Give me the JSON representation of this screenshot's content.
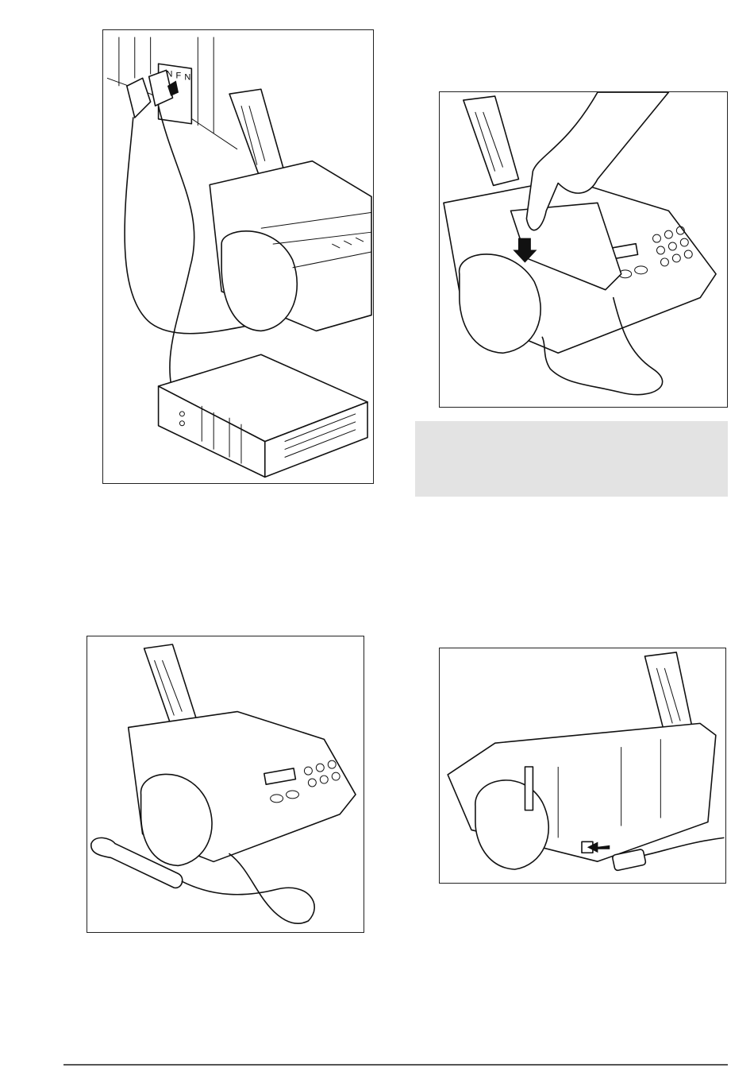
{
  "note": {
    "text": ""
  },
  "figures": [
    {
      "id": "figure-line-connection",
      "label": ""
    },
    {
      "id": "figure-handset-cradle",
      "label": ""
    },
    {
      "id": "figure-handset-cord",
      "label": ""
    },
    {
      "id": "figure-power-cord",
      "label": ""
    }
  ],
  "wall_socket": {
    "letters": [
      "N",
      "F",
      "N"
    ]
  },
  "colors": {
    "note_background": "#e3e3e3",
    "rule": "#555555",
    "line_art": "#111111"
  }
}
